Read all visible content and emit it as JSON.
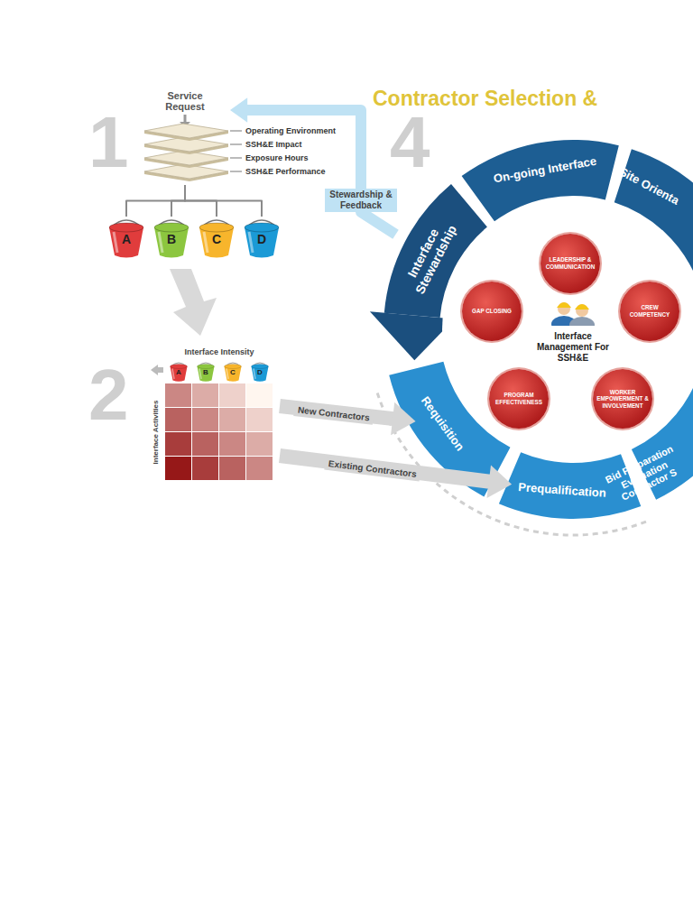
{
  "diagram": {
    "title": "Contractor Selection &",
    "nodes": [
      {
        "text": [
          "Service Request"
        ]
      },
      {
        "text": [
          "A"
        ]
      },
      {
        "text": [
          "B"
        ]
      },
      {
        "text": [
          "C"
        ]
      },
      {
        "text": [
          "D"
        ]
      },
      {
        "text": [
          "Interface Intensity",
          "Interface Activities"
        ]
      },
      {
        "text": [
          "A"
        ],
        "in": 5
      },
      {
        "text": [
          "B"
        ],
        "in": 5
      },
      {
        "text": [
          "C"
        ],
        "in": 5
      },
      {
        "text": [
          "D"
        ],
        "in": 5
      },
      {
        "text": [
          "Interface Stewardship"
        ]
      },
      {
        "text": [
          "On-going Interface"
        ]
      },
      {
        "text": [
          "Site Orienta"
        ]
      },
      {
        "text": [
          "Requisition"
        ]
      },
      {
        "text": [
          "Prequalification"
        ]
      },
      {
        "text": [
          "Bid Preparation Evaluation Contractor S"
        ]
      },
      {
        "text": [
          "Interface Management For SSH&E"
        ]
      },
      {
        "text": [
          "LEADERSHIP & COMMUNICATION"
        ],
        "in": 16
      },
      {
        "text": [
          "CREW COMPETENCY"
        ],
        "in": 16
      },
      {
        "text": [
          "WORKER EMPOWERMENT & INVOLVEMENT"
        ],
        "in": 16
      },
      {
        "text": [
          "PROGRAM EFFECTIVENESS"
        ],
        "in": 16
      },
      {
        "text": [
          "GAP CLOSING"
        ],
        "in": 16
      }
    ],
    "edges": [
      {
        "from": 0,
        "to": 1,
        "arrow": "none"
      },
      {
        "from": 0,
        "to": 2,
        "arrow": "none"
      },
      {
        "from": 0,
        "to": 3,
        "arrow": "none"
      },
      {
        "from": 0,
        "to": 4,
        "arrow": "none"
      },
      {
        "from": 5,
        "to": 13,
        "label": "New Contractors",
        "arrow": "to"
      },
      {
        "from": 5,
        "to": 14,
        "label": "Existing Contractors",
        "arrow": "to"
      },
      {
        "from": 10,
        "to": 0,
        "label": "Stewardship & Feedback",
        "arrow": "to"
      },
      {
        "from": 17,
        "to": 18,
        "arrow": "to"
      },
      {
        "from": 18,
        "to": 19,
        "arrow": "to"
      },
      {
        "from": 19,
        "to": 20,
        "arrow": "to"
      },
      {
        "from": 20,
        "to": 21,
        "arrow": "to"
      },
      {
        "from": 21,
        "to": 17,
        "arrow": "to"
      }
    ],
    "labels": [
      "1",
      "4",
      "2",
      "Operating Environment",
      "SSH&E Impact",
      "Exposure Hours",
      "SSH&E Performance"
    ]
  }
}
